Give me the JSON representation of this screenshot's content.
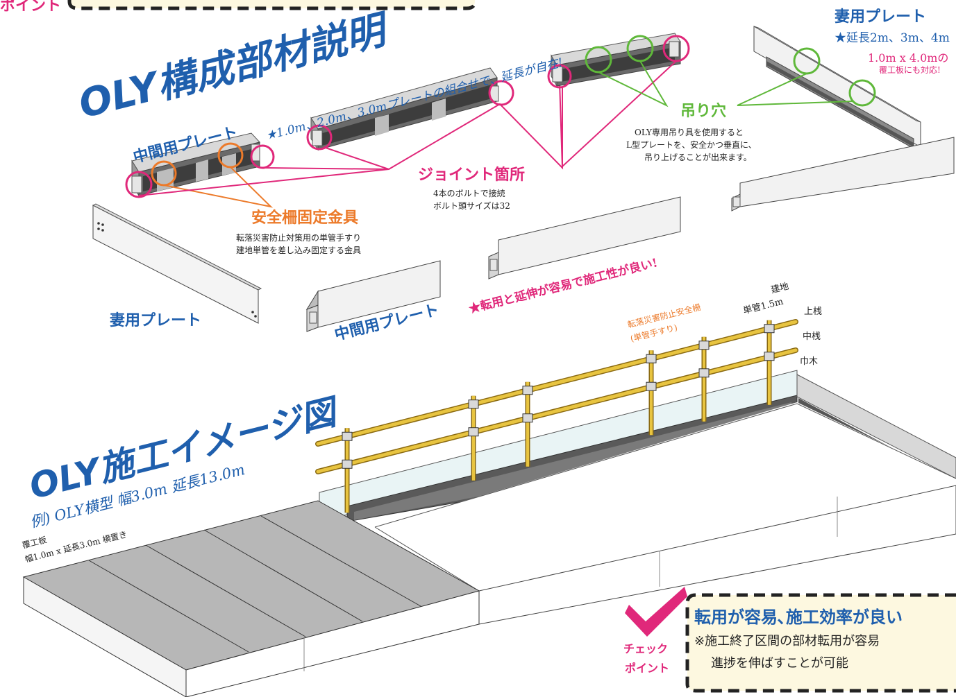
{
  "header": {
    "top_left_fragment": "ポイント"
  },
  "section1": {
    "title": "OLY構成部材説明",
    "slogan": "★1.0m、2.0m、3.0mプレートの組合せで、延長が自在!",
    "flexible_slogan": "★転用と延伸が容易で施工性が良い!"
  },
  "labels": {
    "middle_plate_upper": "中間用プレート",
    "middle_plate_lower": "中間用プレート",
    "end_plate_left": "妻用プレート",
    "end_plate_right": "妻用プレート",
    "end_plate_right_note1": "★延長2m、3m、4m",
    "end_plate_right_note2": "1.0m x 4.0mの",
    "end_plate_right_note3": "覆工板にも対応!"
  },
  "callouts": {
    "safety_fitting": {
      "title": "安全柵固定金具",
      "line1": "転落災害防止対策用の単管手すり",
      "line2": "建地単管を差し込み固定する金具"
    },
    "joint": {
      "title": "ジョイント箇所",
      "line1": "4本のボルトで接続",
      "line2": "ボルト頭サイズは32"
    },
    "hanging_hole": {
      "title": "吊り穴",
      "line1": "OLY専用吊り具を使用すると",
      "line2": "L型プレートを、安全かつ垂直に、",
      "line3": "吊り上げることが出来ます。"
    }
  },
  "section2": {
    "title": "OLY施工イメージ図",
    "example": "例) OLY横型 幅3.0m 延長13.0m",
    "cover_note1": "覆工板",
    "cover_note2": "幅1.0m x 延長3.0m 横置き"
  },
  "railing": {
    "label1": "転落災害防止安全柵",
    "label2": "(単管手すり)",
    "post_label1": "建地",
    "post_label2": "単管1.5m",
    "top_rail": "上桟",
    "mid_rail": "中桟",
    "toe_board": "巾木"
  },
  "checkpoint": {
    "badge1": "チェック",
    "badge2": "ポイント",
    "headline": "転用が容易､施工効率が良い",
    "line1": "※施工終了区間の部材転用が容易",
    "line2": "進捗を伸ばすことが可能"
  },
  "colors": {
    "blue": "#1f5fad",
    "pink": "#e0287a",
    "orange": "#ec7a2a",
    "green": "#5fb83a",
    "rail_yellow": "#e8c440",
    "note_bg": "#fdf8e0",
    "cover_gray": "#b7b7b7"
  }
}
